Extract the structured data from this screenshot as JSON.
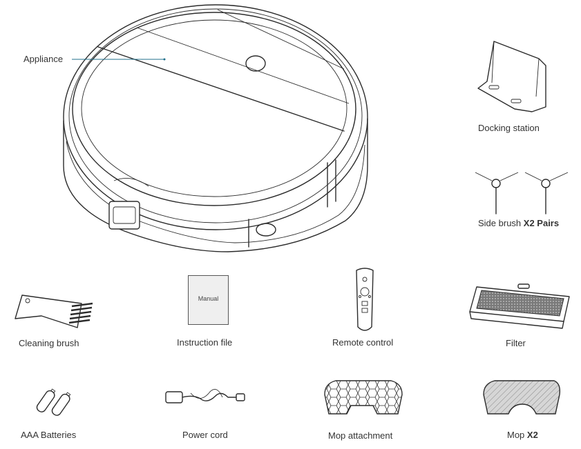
{
  "appliance": {
    "label": "Appliance",
    "callout_color": "#1f6f8b"
  },
  "items": {
    "docking_station": {
      "label": "Docking station"
    },
    "side_brush": {
      "label": "Side brush",
      "qty": "X2 Pairs"
    },
    "cleaning_brush": {
      "label": "Cleaning brush"
    },
    "instruction_file": {
      "label": "Instruction file",
      "manual_text": "Manual"
    },
    "remote_control": {
      "label": "Remote control"
    },
    "filter": {
      "label": "Filter"
    },
    "aaa_batteries": {
      "label": "AAA Batteries"
    },
    "power_cord": {
      "label": "Power cord"
    },
    "mop_attachment": {
      "label": "Mop attachment"
    },
    "mop": {
      "label": "Mop",
      "qty": "X2"
    }
  }
}
